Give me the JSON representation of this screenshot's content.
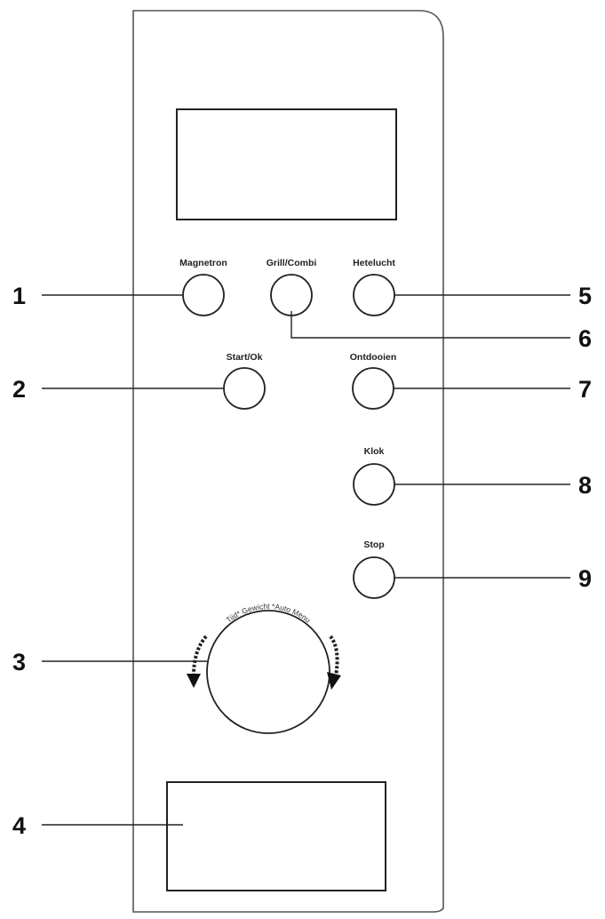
{
  "panel": {
    "button_labels": {
      "magnetron": "Magnetron",
      "grill_combi": "Grill/Combi",
      "hetelucht": "Hetelucht",
      "start_ok": "Start/Ok",
      "ontdooien": "Ontdooien",
      "klok": "Klok",
      "stop": "Stop"
    },
    "dial_text": "Tijd* Gewicht *Auto Menu",
    "stop_color": "#e8302a"
  },
  "callouts": {
    "n1": "1",
    "n2": "2",
    "n3": "3",
    "n4": "4",
    "n5": "5",
    "n6": "6",
    "n7": "7",
    "n8": "8",
    "n9": "9"
  }
}
